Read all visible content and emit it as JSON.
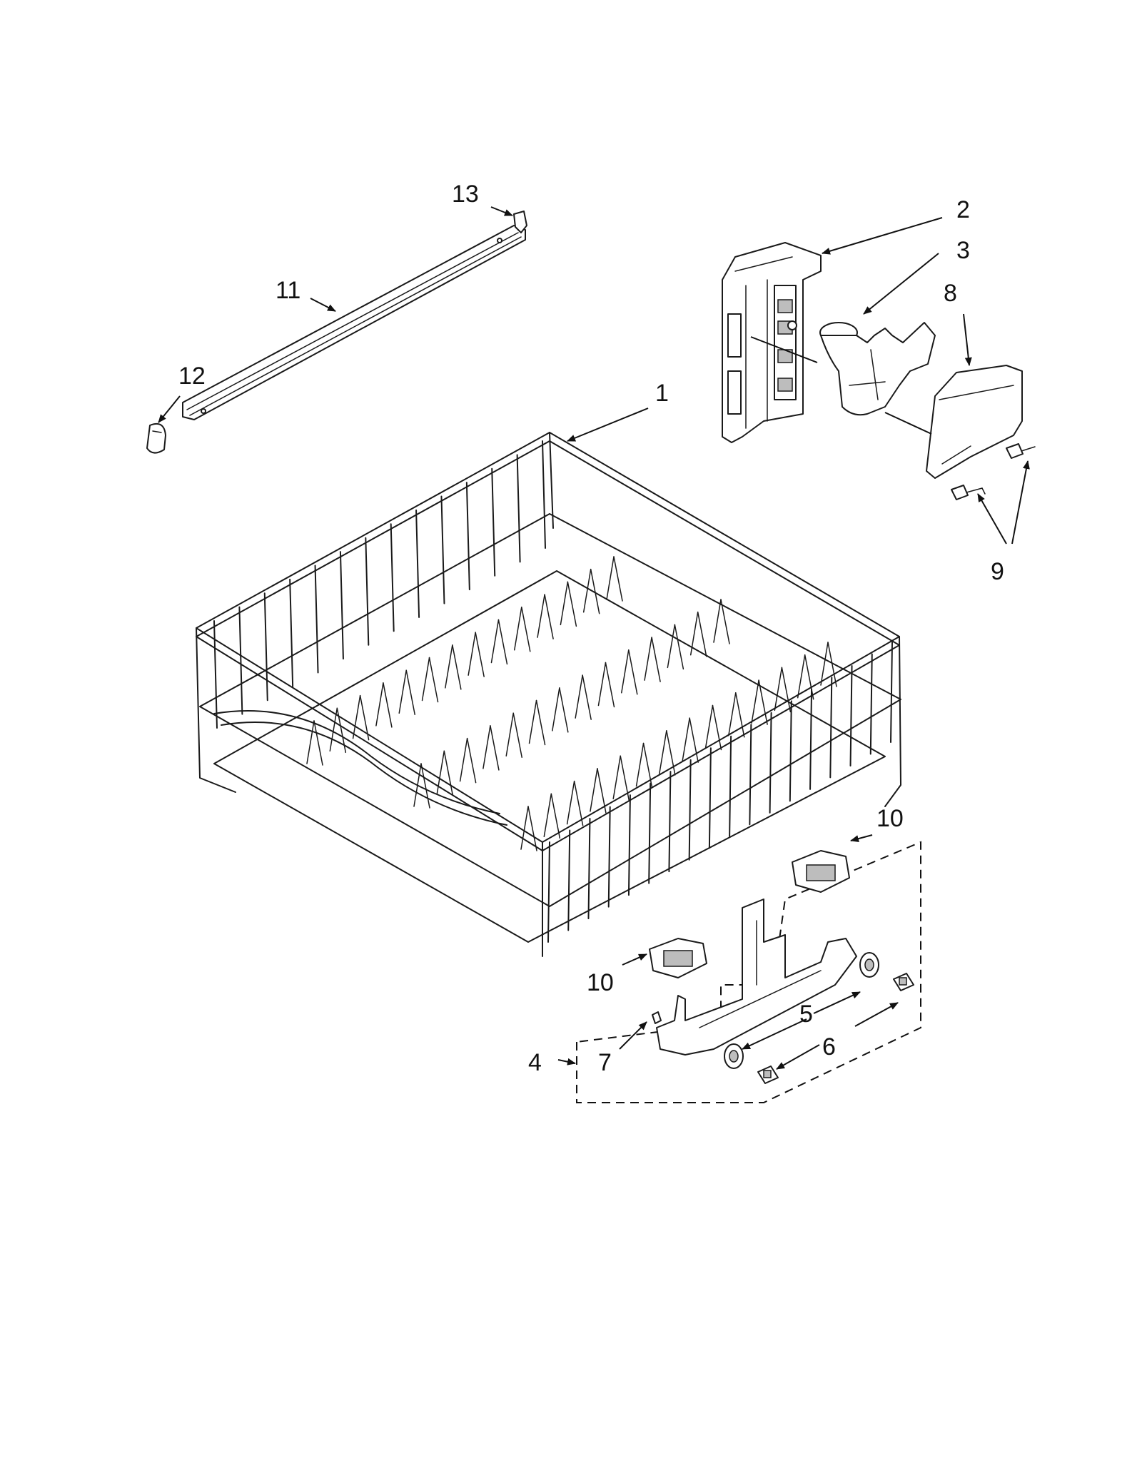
{
  "parts": {
    "p1": "1",
    "p2": "2",
    "p3": "3",
    "p4": "4",
    "p5": "5",
    "p6": "6",
    "p7": "7",
    "p8": "8",
    "p9": "9",
    "p10a": "10",
    "p10b": "10",
    "p11": "11",
    "p12": "12",
    "p13": "13"
  }
}
